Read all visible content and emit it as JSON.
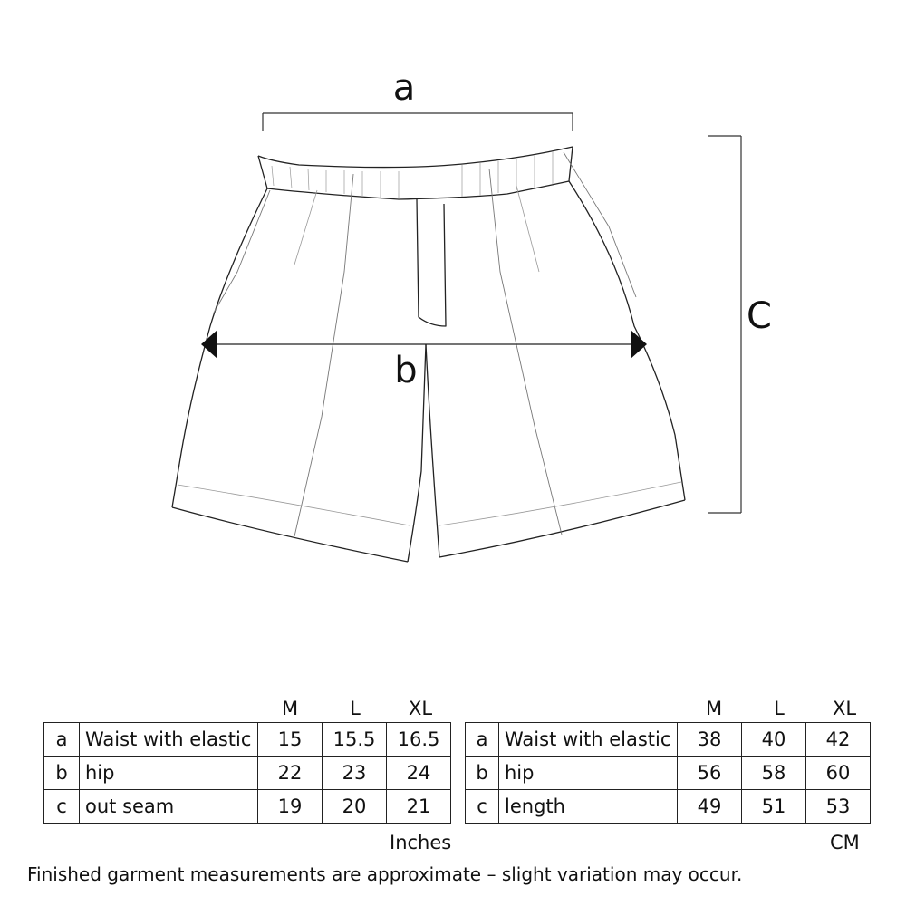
{
  "diagram": {
    "labels": {
      "a": "a",
      "b": "b",
      "c": "C"
    }
  },
  "inches_table": {
    "sizes": [
      "M",
      "L",
      "XL"
    ],
    "rows": [
      {
        "key": "a",
        "name": "Waist with elastic",
        "values": [
          "15",
          "15.5",
          "16.5"
        ]
      },
      {
        "key": "b",
        "name": "hip",
        "values": [
          "22",
          "23",
          "24"
        ]
      },
      {
        "key": "c",
        "name": "out seam",
        "values": [
          "19",
          "20",
          "21"
        ]
      }
    ],
    "unit": "Inches"
  },
  "cm_table": {
    "sizes": [
      "M",
      "L",
      "XL"
    ],
    "rows": [
      {
        "key": "a",
        "name": "Waist with elastic",
        "values": [
          "38",
          "40",
          "42"
        ]
      },
      {
        "key": "b",
        "name": "hip",
        "values": [
          "56",
          "58",
          "60"
        ]
      },
      {
        "key": "c",
        "name": "length",
        "values": [
          "49",
          "51",
          "53"
        ]
      }
    ],
    "unit": "CM"
  },
  "footnote": "Finished garment measurements are approximate – slight variation may occur."
}
